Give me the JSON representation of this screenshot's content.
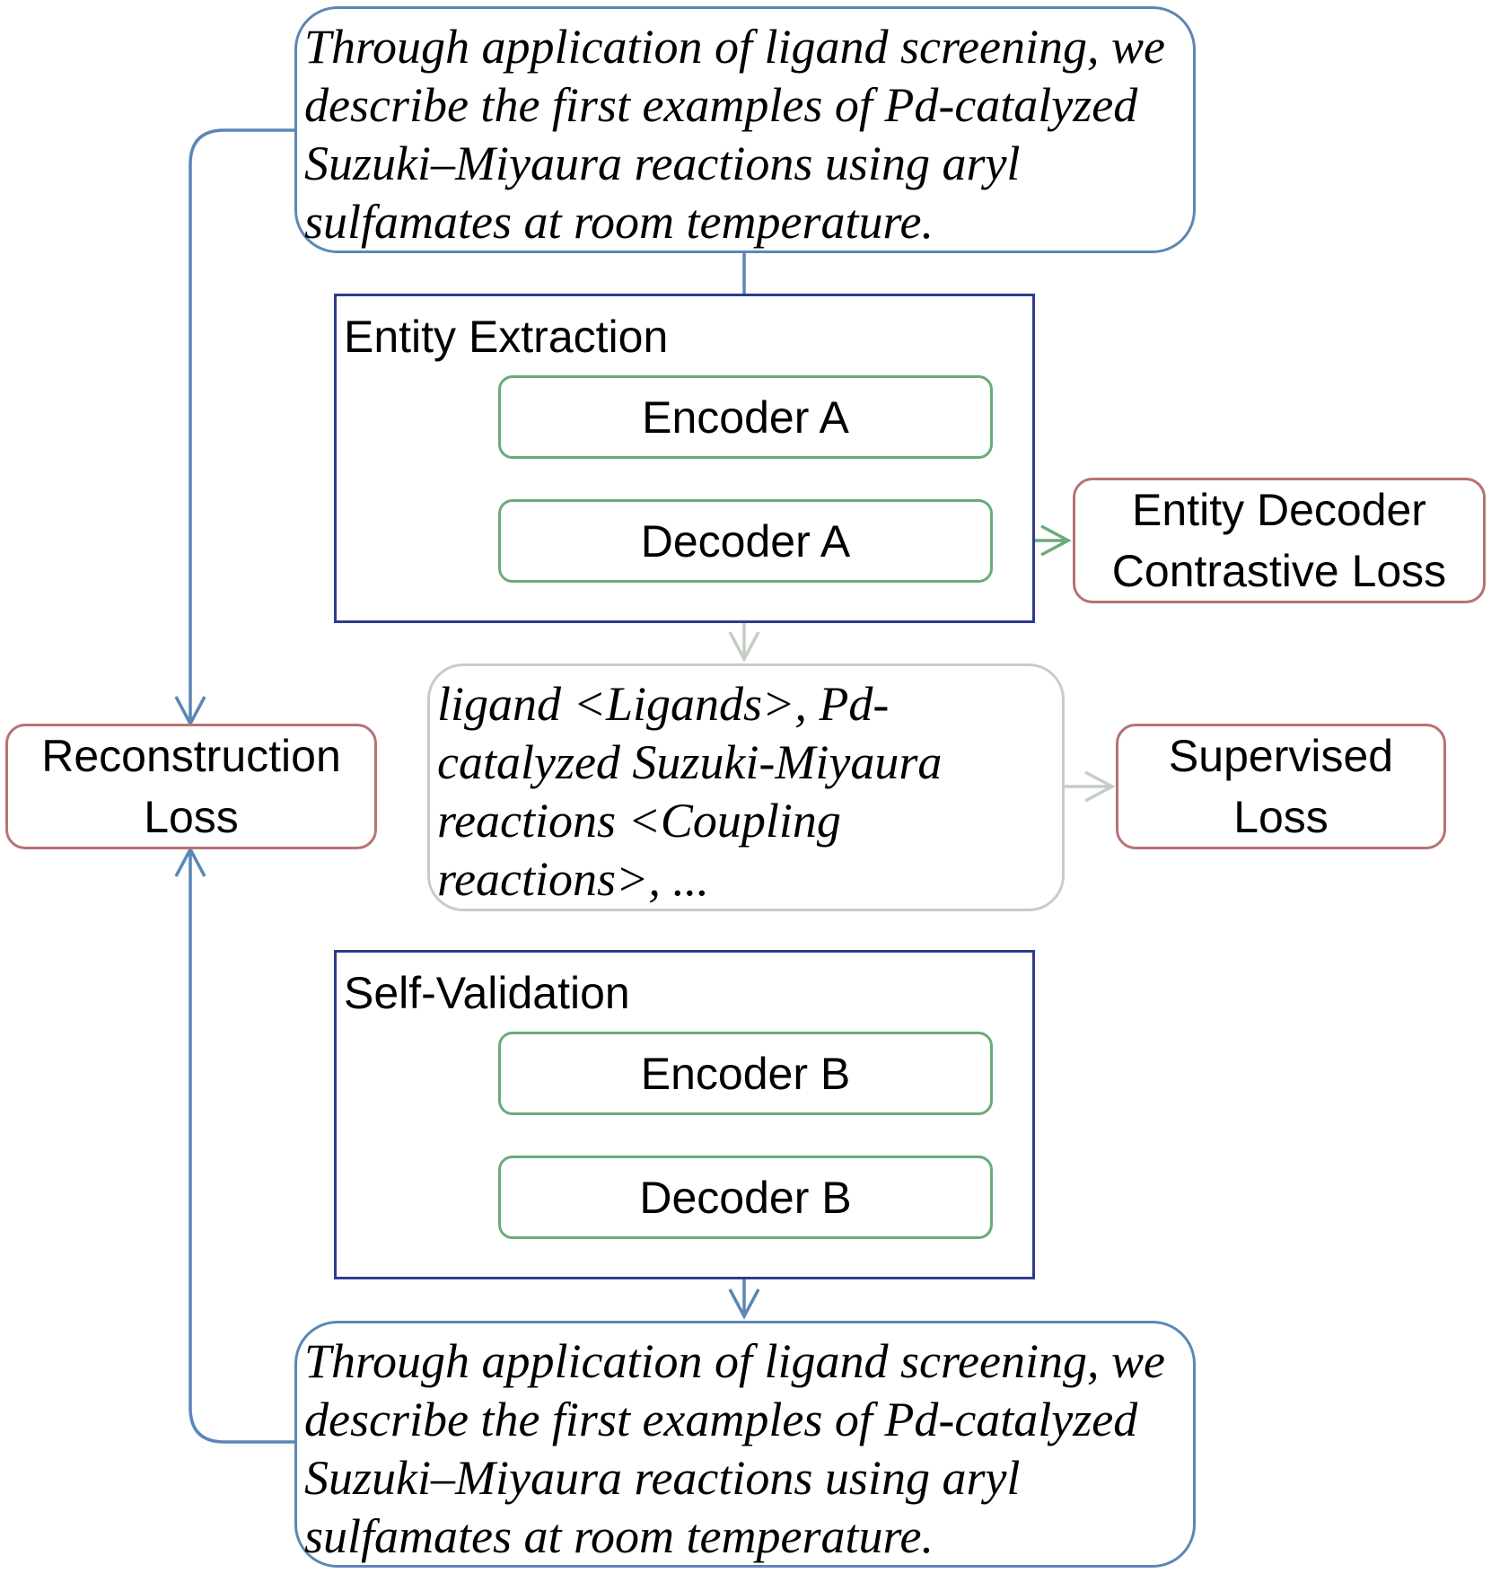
{
  "input_text": {
    "lines": [
      "Through application of ligand screening, we",
      "describe the first examples of Pd-catalyzed",
      "Suzuki–Miyaura reactions using aryl",
      "sulfamates at room temperature."
    ]
  },
  "entity_extraction": {
    "title": "Entity Extraction",
    "encoder": "Encoder A",
    "decoder": "Decoder A"
  },
  "extracted_entities": {
    "lines": [
      "ligand <Ligands>, Pd-",
      "catalyzed Suzuki-Miyaura",
      "reactions <Coupling",
      "reactions>, ..."
    ]
  },
  "self_validation": {
    "title": "Self-Validation",
    "encoder": "Encoder B",
    "decoder": "Decoder B"
  },
  "reconstructed_text": {
    "lines": [
      "Through application of ligand screening, we",
      "describe the first examples of Pd-catalyzed",
      "Suzuki–Miyaura reactions using aryl",
      "sulfamates at room temperature."
    ]
  },
  "losses": {
    "contrastive": [
      "Entity Decoder",
      "Contrastive Loss"
    ],
    "supervised": [
      "Supervised",
      "Loss"
    ],
    "reconstruction": [
      "Reconstruction",
      "Loss"
    ]
  },
  "colors": {
    "blue_flow": "#5b87b5",
    "green_flow": "#6aab7a",
    "gray_flow": "#c5cdc5",
    "stage_border": "#2e3c8c",
    "loss_border": "#b87274"
  }
}
